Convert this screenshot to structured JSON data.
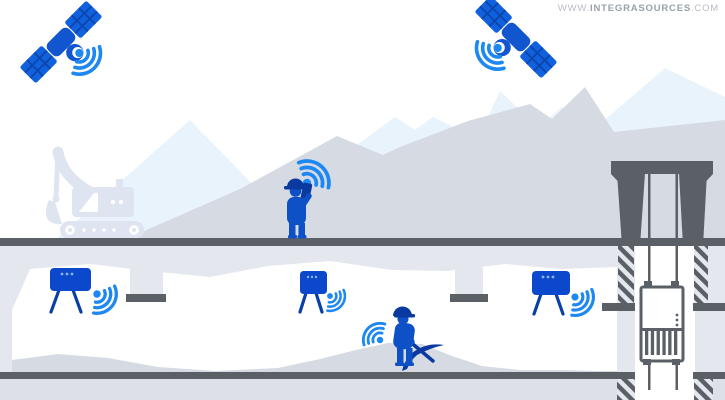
{
  "watermark": {
    "prefix": "WWW.",
    "name": "INTEGRASOURCES",
    "suffix": ".COM"
  },
  "colors": {
    "blue_primary": "#0e50c6",
    "blue_dark": "#0a3aa0",
    "blue_bright": "#1e88f2",
    "tripod_blue": "#0c48cb",
    "panel_blue": "#1160dd",
    "structure_dark": "#5a6066",
    "earth_gray": "#e4e7ed",
    "lower_earth_gray": "#dde0e9",
    "mound_gray": "#d6dae3",
    "mountain_gray": "#d6dae3",
    "mountain_light_blue": "#e9f3fb",
    "machinery_gray": "#dfe4f1",
    "cavity_white": "#ffffff"
  },
  "scene": {
    "elements": [
      {
        "name": "satellite-left",
        "icon": "satellite-icon"
      },
      {
        "name": "satellite-right",
        "icon": "satellite-icon"
      },
      {
        "name": "excavator",
        "icon": "excavator-icon"
      },
      {
        "name": "surface-surveyor",
        "icon": "worker-with-receiver-icon"
      },
      {
        "name": "underground-beacon-1",
        "icon": "tripod-beacon-icon"
      },
      {
        "name": "underground-beacon-2",
        "icon": "tripod-beacon-icon"
      },
      {
        "name": "underground-beacon-3",
        "icon": "tripod-beacon-icon"
      },
      {
        "name": "miner",
        "icon": "miner-with-pickaxe-icon"
      },
      {
        "name": "mine-shaft-elevator",
        "icon": "mine-elevator-icon"
      }
    ]
  }
}
